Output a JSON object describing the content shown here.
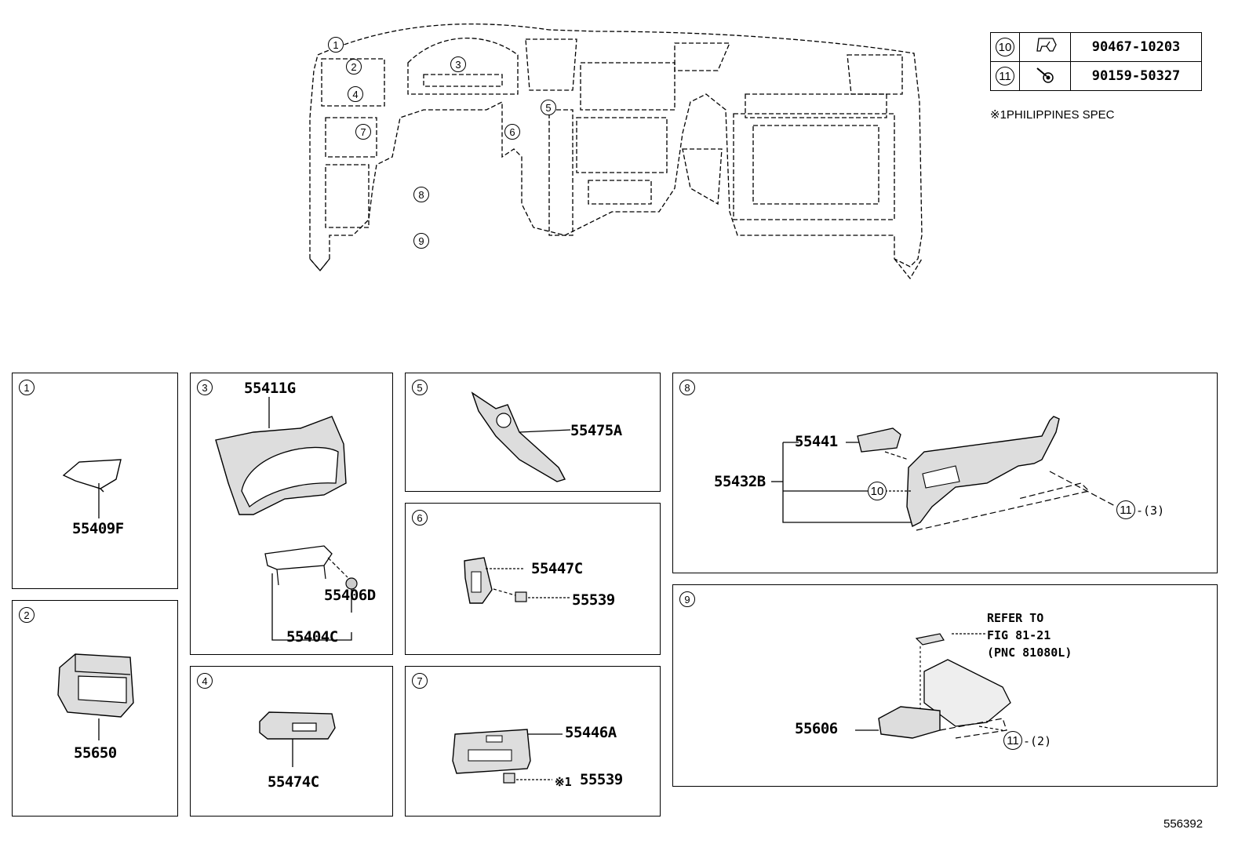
{
  "overview": {
    "callouts": [
      "1",
      "2",
      "3",
      "4",
      "5",
      "6",
      "7",
      "8",
      "9"
    ]
  },
  "legend": {
    "rows": [
      {
        "ref": "10",
        "icon": "clip-icon",
        "part": "90467-10203"
      },
      {
        "ref": "11",
        "icon": "bolt-icon",
        "part": "90159-50327"
      }
    ],
    "note_symbol": "※1",
    "note_text": "PHILIPPINES SPEC"
  },
  "panels": {
    "p1": {
      "index": "1",
      "part": "55409F"
    },
    "p2": {
      "index": "2",
      "part": "55650"
    },
    "p3": {
      "index": "3",
      "parts": [
        "55411G",
        "55406D",
        "55404C"
      ]
    },
    "p4": {
      "index": "4",
      "part": "55474C"
    },
    "p5": {
      "index": "5",
      "part": "55475A"
    },
    "p6": {
      "index": "6",
      "parts": [
        "55447C",
        "55539"
      ]
    },
    "p7": {
      "index": "7",
      "parts": [
        "55446A",
        "55539"
      ],
      "note_symbol": "※1"
    },
    "p8": {
      "index": "8",
      "parts": [
        "55441",
        "55432B"
      ],
      "ref10": "10",
      "ref11": "11",
      "qty11": "-(3)"
    },
    "p9": {
      "index": "9",
      "part": "55606",
      "ref11": "11",
      "qty11": "-(2)",
      "refer": [
        "REFER TO",
        "FIG 81-21",
        "(PNC 81080L)"
      ]
    }
  },
  "illustration_code": "556392"
}
